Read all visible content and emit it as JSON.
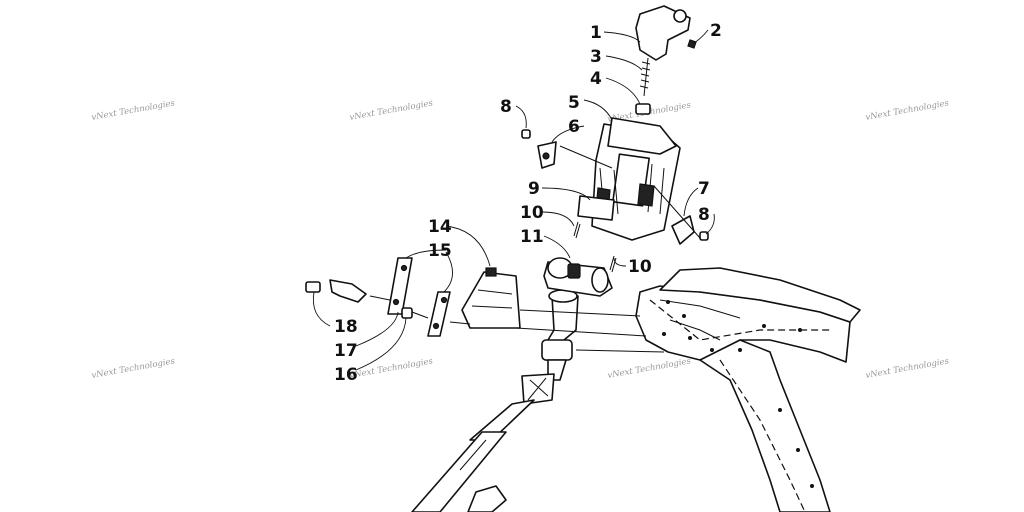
{
  "diagram": {
    "callouts": [
      "1",
      "2",
      "3",
      "4",
      "5",
      "6",
      "7",
      "8",
      "9",
      "10",
      "11",
      "14",
      "15",
      "16",
      "17",
      "18"
    ],
    "watermark_text": "vNext Technologies",
    "colors": {
      "ink": "#111111",
      "background": "#ffffff",
      "watermark": "#9a9a9a"
    }
  }
}
